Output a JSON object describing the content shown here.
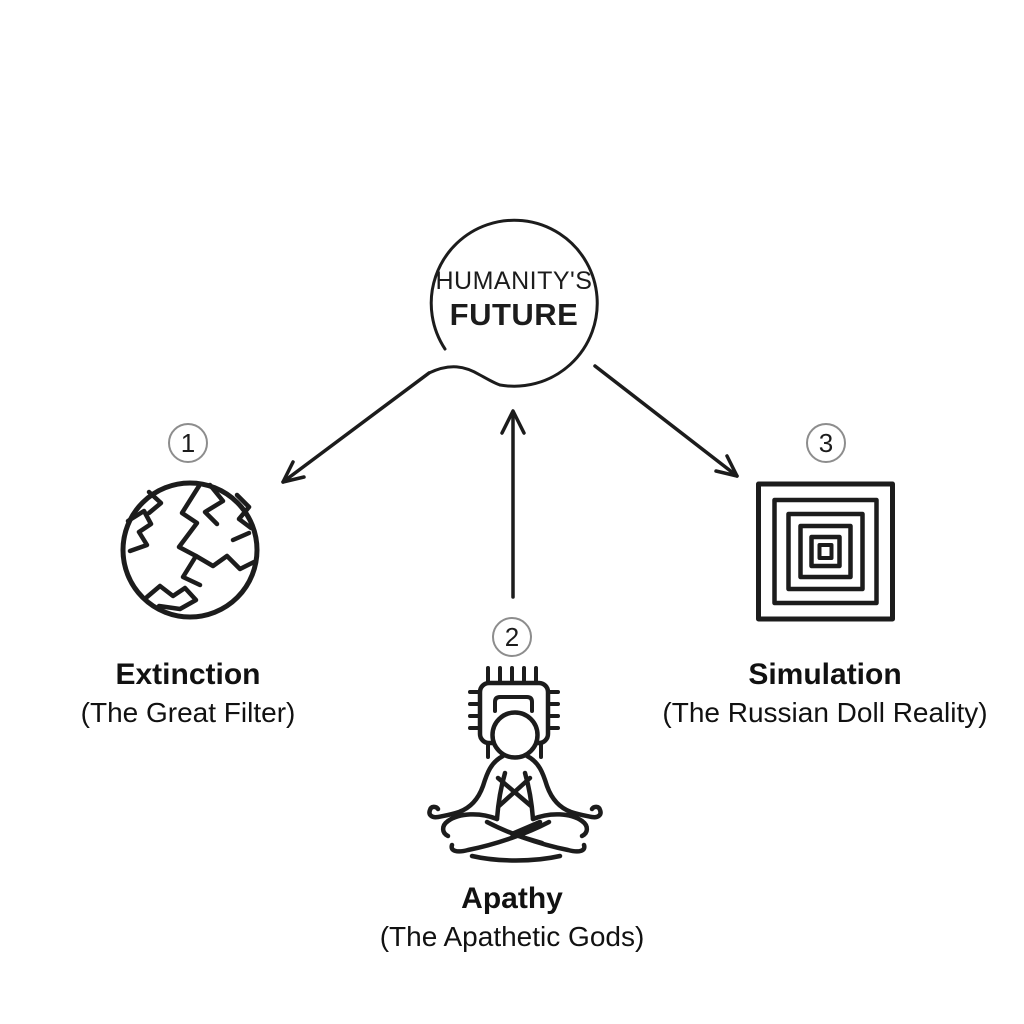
{
  "hub": {
    "line1": "HUMANITY'S",
    "line2": "FUTURE"
  },
  "nodes": [
    {
      "badge": "1",
      "label": "Extinction",
      "sublabel": "(The Great Filter)",
      "icon": "cracked-earth-icon"
    },
    {
      "badge": "2",
      "label": "Apathy",
      "sublabel": "(The Apathetic Gods)",
      "icon": "chip-meditation-icon"
    },
    {
      "badge": "3",
      "label": "Simulation",
      "sublabel": "(The Russian Doll Reality)",
      "icon": "nested-squares-icon"
    }
  ],
  "colors": {
    "background": "#ffffff",
    "line": "#1c1c1c",
    "badge_ring": "#8d8d8d",
    "text": "#111111"
  }
}
